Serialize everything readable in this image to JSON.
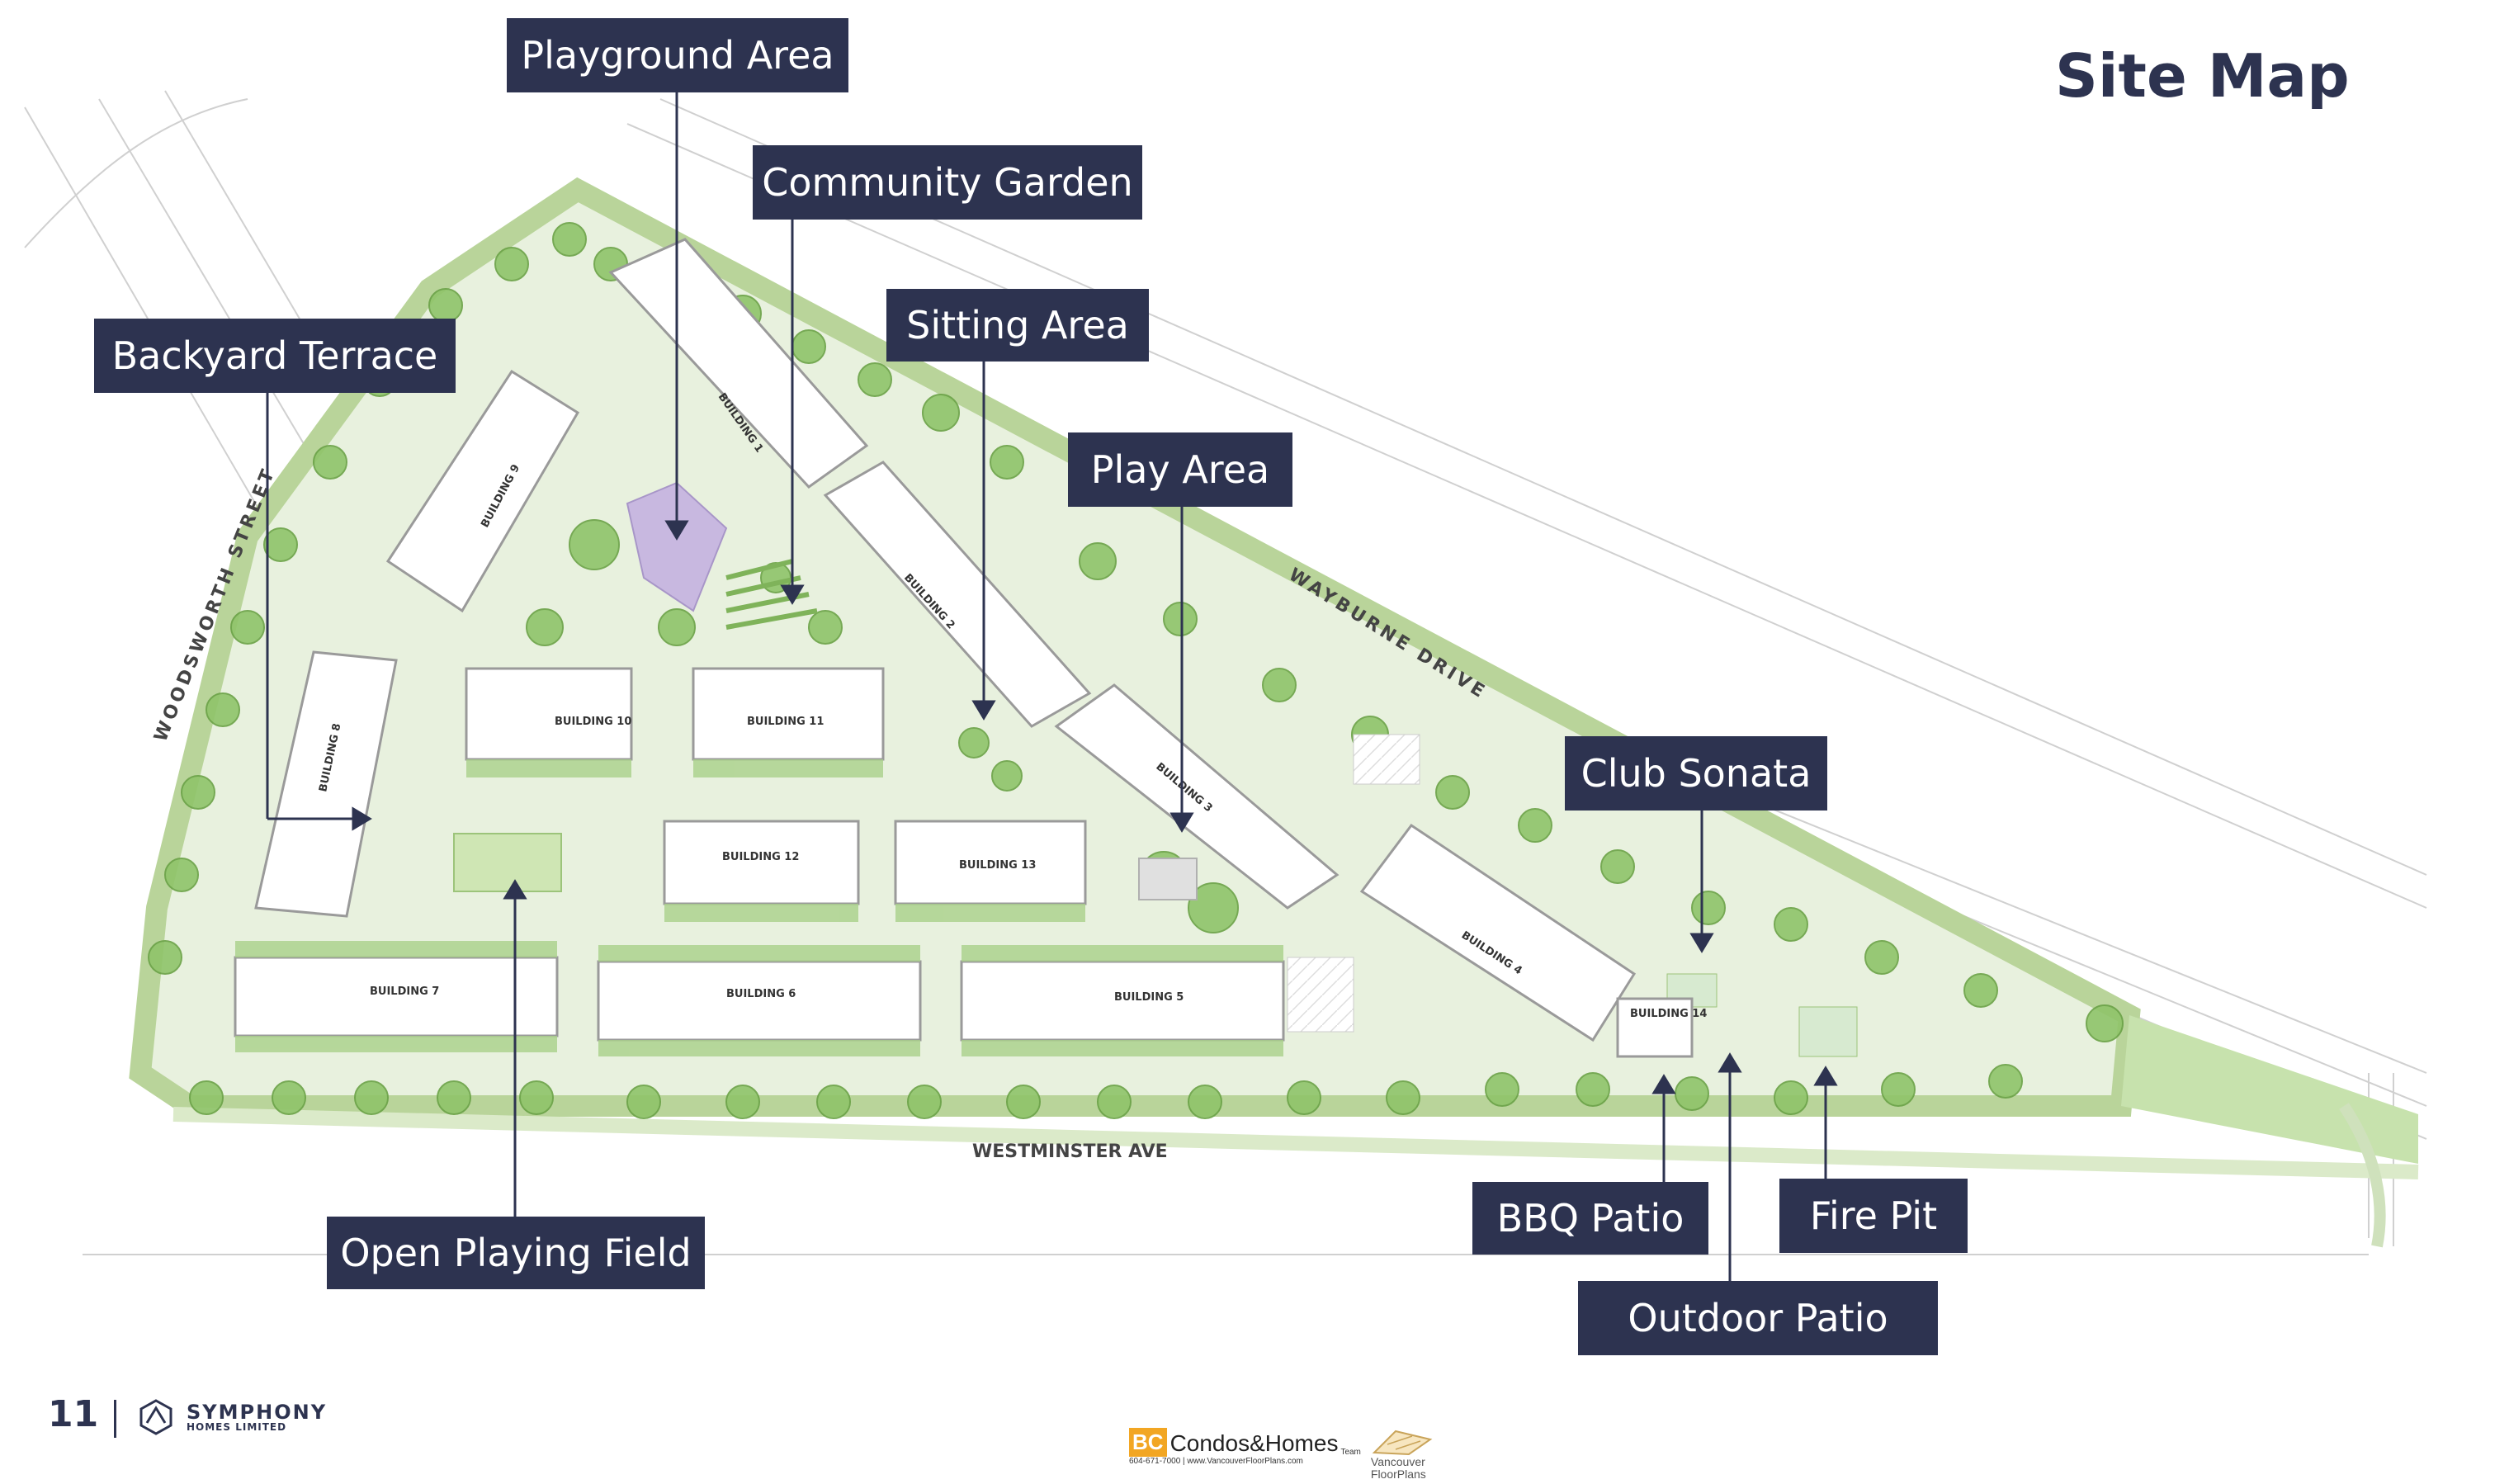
{
  "page": {
    "title": "Site Map",
    "page_number": "11"
  },
  "brand": {
    "name": "SYMPHONY",
    "subtitle": "HOMES LIMITED"
  },
  "footer_logo": {
    "mark": "BC",
    "name": "Condos&Homes",
    "team": "Team",
    "contact": "604-671-7000 | www.VancouverFloorPlans.com",
    "partner": "Vancouver FloorPlans"
  },
  "streets": {
    "woodsworth": "WOODSWORTH STREET",
    "wayburne": "WAYBURNE DRIVE",
    "westminster": "WESTMINSTER AVE"
  },
  "buildings": {
    "b1": "BUILDING 1",
    "b2": "BUILDING 2",
    "b3": "BUILDING 3",
    "b4": "BUILDING 4",
    "b5": "BUILDING 5",
    "b6": "BUILDING 6",
    "b7": "BUILDING 7",
    "b8": "BUILDING 8",
    "b9": "BUILDING 9",
    "b10": "BUILDING 10",
    "b11": "BUILDING 11",
    "b12": "BUILDING 12",
    "b13": "BUILDING 13",
    "b14": "BUILDING 14"
  },
  "callouts": {
    "playground_area": "Playground Area",
    "community_garden": "Community Garden",
    "sitting_area": "Sitting Area",
    "backyard_terrace": "Backyard Terrace",
    "play_area": "Play Area",
    "club_sonata": "Club Sonata",
    "open_playing_field": "Open Playing Field",
    "bbq_patio": "BBQ Patio",
    "fire_pit": "Fire Pit",
    "outdoor_patio": "Outdoor Patio"
  },
  "colors": {
    "callout_bg": "#2d3350",
    "callout_text": "#ffffff",
    "tree_green": "#8fc46a",
    "lawn_green": "#cfe6b4",
    "building_fill": "#ffffff",
    "playground": "#c8b8e0"
  }
}
